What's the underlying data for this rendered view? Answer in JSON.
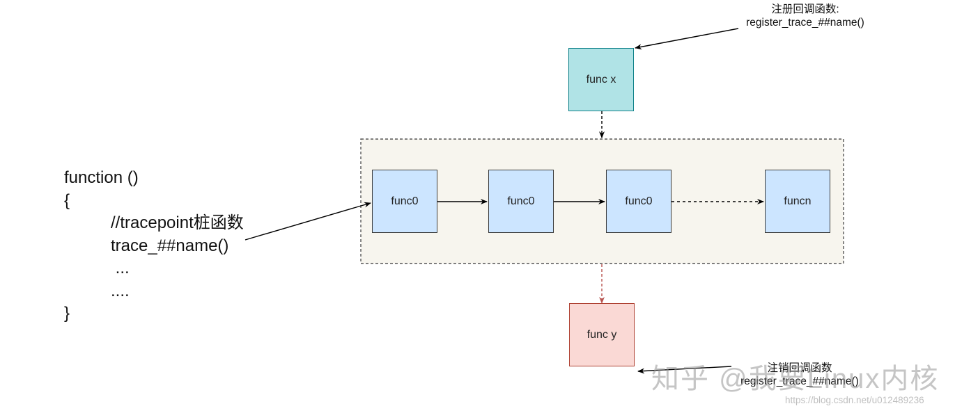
{
  "code_block": {
    "lines": [
      "function ()",
      "{",
      "//tracepoint桩函数",
      "trace_##name()",
      " ...",
      "....",
      "}"
    ]
  },
  "chain": {
    "nodes": [
      "func0",
      "func0",
      "func0",
      "funcn"
    ]
  },
  "register_node": {
    "label": "func x"
  },
  "unregister_node": {
    "label": "func y"
  },
  "register_note": {
    "line1": "注册回调函数:",
    "line2": "register_trace_##name()"
  },
  "unregister_note": {
    "line1": "注销回调函数",
    "line2": "register_trace_##name()"
  },
  "watermarks": {
    "zhihu": "知乎 @我要Linux内核",
    "csdn": "https://blog.csdn.net/u012489236"
  },
  "colors": {
    "chain_box_fill": "#cce5ff",
    "func_x_fill": "#b0e3e6",
    "func_x_border": "#0e8088",
    "func_y_fill": "#fad9d5",
    "func_y_border": "#ae4132",
    "container_fill": "#f7f5ee",
    "unregister_arrow": "#b85450"
  }
}
